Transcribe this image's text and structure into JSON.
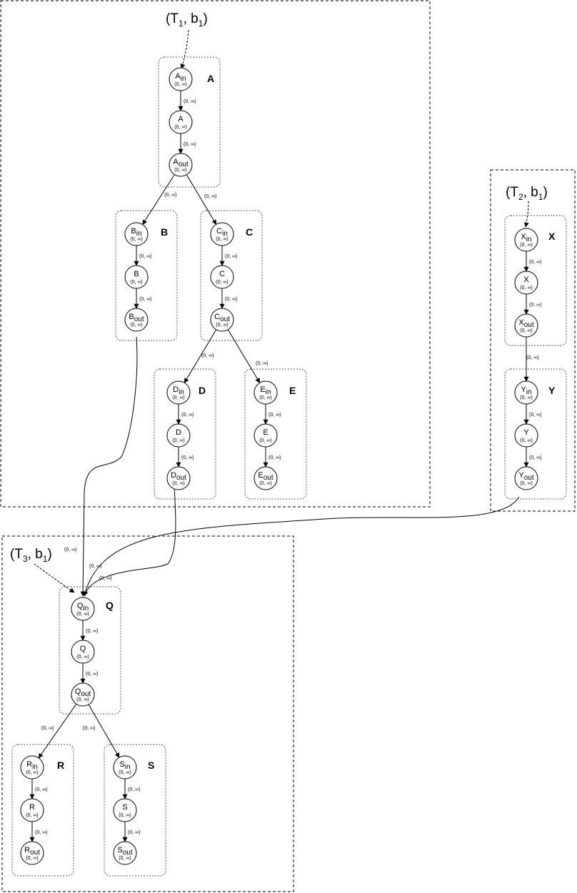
{
  "infinity": "∞",
  "trees": [
    {
      "id": "T1",
      "label": "(T",
      "sub1": "1",
      "mid": ", b",
      "sub2": "1",
      "close": ")"
    },
    {
      "id": "T2",
      "label": "(T",
      "sub1": "2",
      "mid": ", b",
      "sub2": "1",
      "close": ")"
    },
    {
      "id": "T3",
      "label": "(T",
      "sub1": "3",
      "mid": ", b",
      "sub2": "1",
      "close": ")"
    }
  ],
  "groups": [
    "A",
    "B",
    "C",
    "D",
    "E",
    "X",
    "Y",
    "Q",
    "R",
    "S"
  ],
  "node_sub_in": "in",
  "node_sub_out": "out",
  "capacity_label": "(0, ∞)",
  "edges": [
    {
      "from": "A_out",
      "to": "B_in"
    },
    {
      "from": "A_out",
      "to": "C_in"
    },
    {
      "from": "C_out",
      "to": "D_in"
    },
    {
      "from": "C_out",
      "to": "E_in"
    },
    {
      "from": "X_out",
      "to": "Y_in"
    },
    {
      "from": "B_out",
      "to": "Q_in"
    },
    {
      "from": "D_out",
      "to": "Q_in"
    },
    {
      "from": "Y_out",
      "to": "Q_in"
    },
    {
      "from": "Q_out",
      "to": "R_in"
    },
    {
      "from": "Q_out",
      "to": "S_in"
    }
  ]
}
